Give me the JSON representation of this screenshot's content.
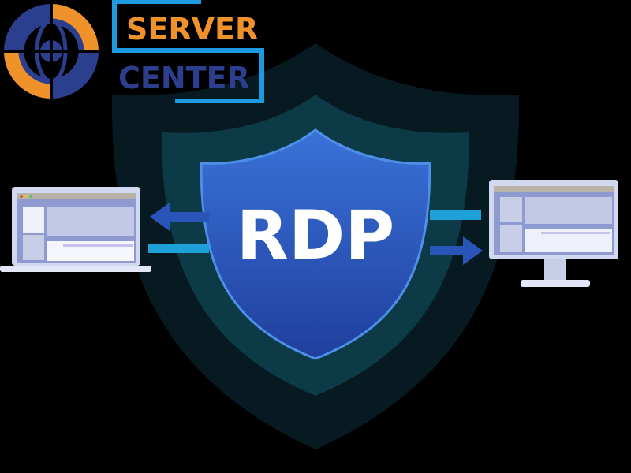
{
  "logo": {
    "line1": "SERVER",
    "line2": "CENTER"
  },
  "shield": {
    "label": "RDP"
  },
  "colors": {
    "orange": "#f0922a",
    "navy": "#2c3f8e",
    "cyan": "#1e9be0",
    "shield_inner": "#2f5fc8",
    "shield_outer": "#0a2a3a"
  },
  "icons": [
    "globe-logo-icon",
    "shield-icon",
    "laptop-icon",
    "monitor-icon",
    "arrow-left-icon",
    "arrow-right-icon"
  ]
}
